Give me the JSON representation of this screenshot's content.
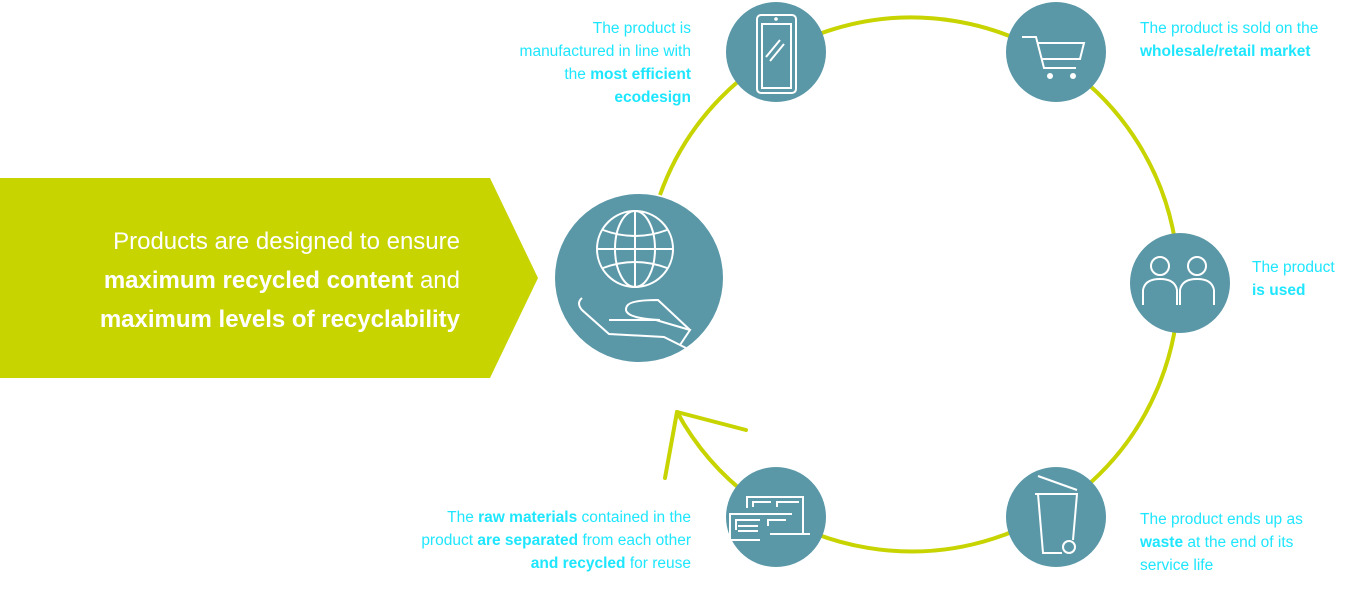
{
  "colors": {
    "ring": "#c8d400",
    "banner": "#c8d400",
    "node": "#5a98a8",
    "text": "#1ee6ff"
  },
  "banner": {
    "pre": "Products are designed to ensure",
    "b1": "maximum recycled content",
    "mid": " and",
    "b2": "maximum levels of recyclability"
  },
  "steps": [
    {
      "icon": "smartphone-icon",
      "t1": "The product is manufactured in line with the ",
      "b1": "most efficient ecodesign"
    },
    {
      "icon": "shopping-cart-icon",
      "t1": "The product is sold on the ",
      "b1": "wholesale/retail market"
    },
    {
      "icon": "people-icon",
      "t1": "The product ",
      "b1": "is used"
    },
    {
      "icon": "trash-bin-icon",
      "t1": "The product ends up as ",
      "b1": "waste",
      "t2": " at the end of its service life"
    },
    {
      "icon": "recycling-containers-icon",
      "t1": "The ",
      "b1": "raw materials",
      "t2": " contained in the product ",
      "b2": "are separated",
      "t3": " from each other ",
      "b3": "and recycled",
      "t4": " for reuse"
    }
  ]
}
